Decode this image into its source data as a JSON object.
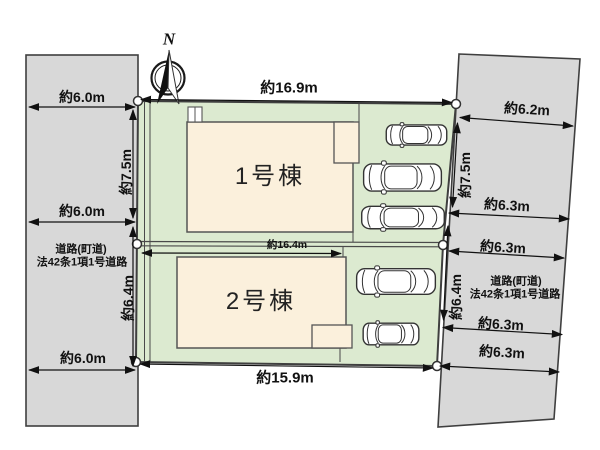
{
  "compass": {
    "north": "N"
  },
  "roads": {
    "left": {
      "name": [
        "道路(町道)",
        "法42条1項1号道路"
      ],
      "widths": [
        "約6.0m",
        "約6.0m",
        "約6.0m"
      ]
    },
    "right": {
      "name": [
        "道路(町道)",
        "法42条1項1号道路"
      ],
      "widths": [
        "約6.2m",
        "約6.3m",
        "約6.3m",
        "約6.3m",
        "約6.3m"
      ]
    }
  },
  "lots": {
    "lot1": {
      "building": "1号棟",
      "width_top": "約16.9m",
      "depth_west": "約7.5m",
      "depth_east": "約7.5m",
      "parked_cars": 3
    },
    "lot2": {
      "building": "2号棟",
      "width_top": "約16.4m",
      "width_bottom": "約15.9m",
      "depth_west": "約6.4m",
      "depth_east": "約6.4m",
      "parked_cars": 2
    }
  },
  "colors": {
    "road_fill": "#d8d8d8",
    "lot_fill": "#dcead0",
    "building_fill": "#fbf0dc",
    "outline": "#3f3f3f"
  }
}
